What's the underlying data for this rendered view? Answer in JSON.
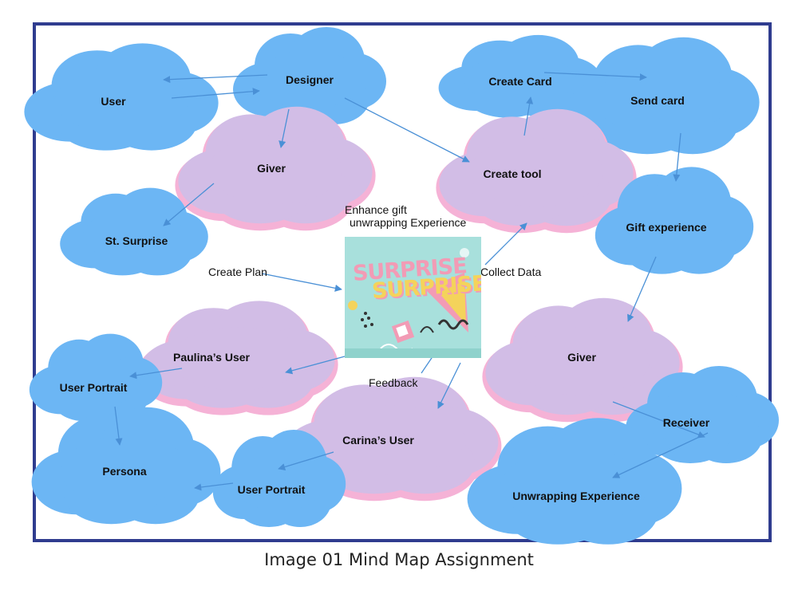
{
  "caption": "Image 01 Mind Map Assignment",
  "nodes": {
    "user": "User",
    "designer": "Designer",
    "create_card": "Create Card",
    "send_card": "Send card",
    "giver_top": "Giver",
    "create_tool": "Create tool",
    "st_surprise": "St. Surprise",
    "gift_experience": "Gift experience",
    "paulinas_user": "Paulina’s User",
    "giver_right": "Giver",
    "user_portrait_left": "User Portrait",
    "receiver": "Receiver",
    "carinas_user": "Carina’s User",
    "persona": "Persona",
    "user_portrait_bottom": "User Portrait",
    "unwrapping_experience": "Unwrapping Experience"
  },
  "edge_labels": {
    "enhance_line1": "Enhance gift",
    "enhance_line2": "unwrapping Experience",
    "create_plan": "Create Plan",
    "collect_data": "Collect Data",
    "feedback": "Feedback"
  },
  "central_image": {
    "word1": "SURPRISE",
    "word2": "SURPRISE"
  },
  "colors": {
    "blue_cloud": "#6cb6f4",
    "purple_cloud": "#d2bde6",
    "pink_outline": "#f5b2d6",
    "arrow": "#4a90d6",
    "frame": "#2f3c8f"
  }
}
